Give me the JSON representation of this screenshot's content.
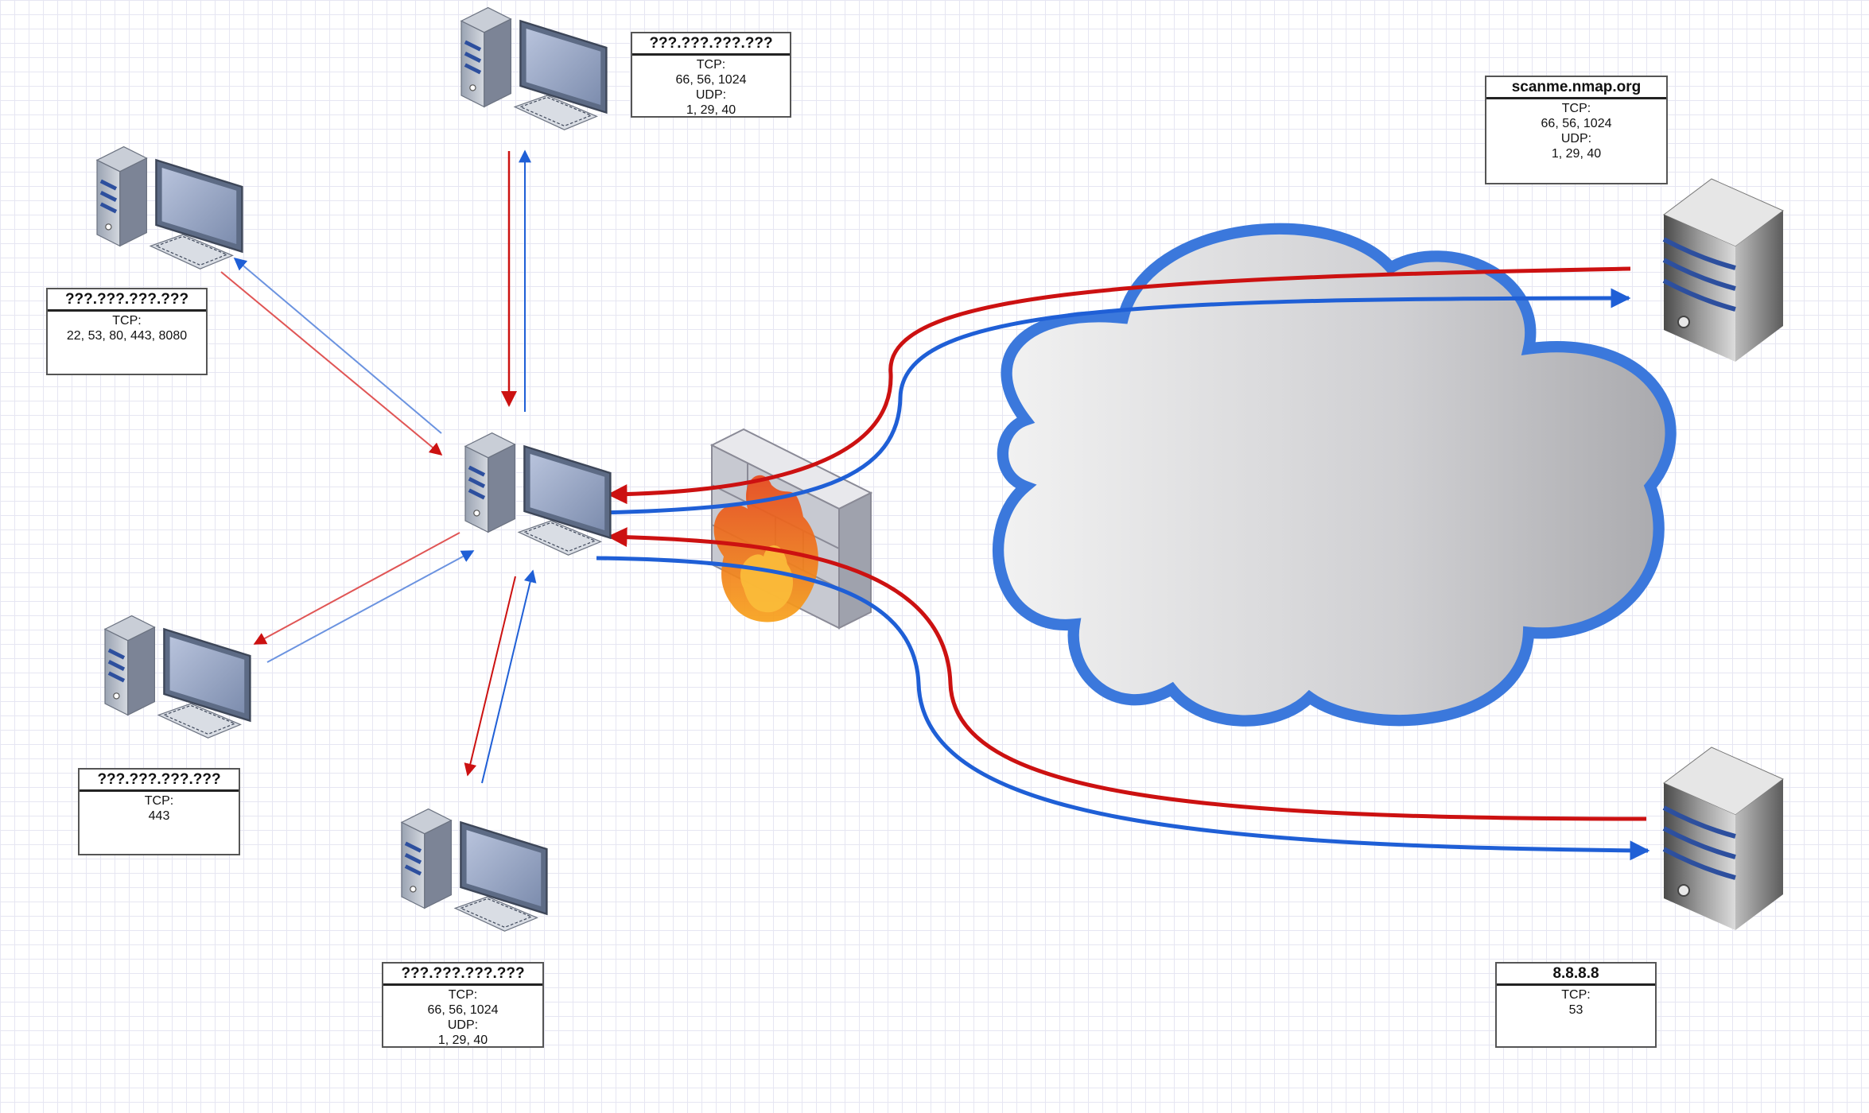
{
  "diagram": {
    "colors": {
      "request_arrow": "#cc1111",
      "response_arrow": "#1f5fd6",
      "cloud_outline": "#3b78dc",
      "grid": "#e6e6f2"
    },
    "hosts": [
      {
        "id": "host-top",
        "icon": "desktop-computer-icon",
        "title": "???.???.???.???",
        "lines": [
          "TCP:",
          "66, 56, 1024",
          "UDP:",
          "1, 29, 40"
        ]
      },
      {
        "id": "host-upper-left",
        "icon": "desktop-computer-icon",
        "title": "???.???.???.???",
        "lines": [
          "TCP:",
          "22, 53, 80, 443, 8080"
        ]
      },
      {
        "id": "host-lower-left",
        "icon": "desktop-computer-icon",
        "title": "???.???.???.???",
        "lines": [
          "TCP:",
          "443"
        ]
      },
      {
        "id": "host-bottom",
        "icon": "desktop-computer-icon",
        "title": "???.???.???.???",
        "lines": [
          "TCP:",
          "66, 56, 1024",
          "UDP:",
          "1, 29, 40"
        ]
      }
    ],
    "servers": [
      {
        "id": "server-scanme",
        "icon": "tower-server-icon",
        "title": "scanme.nmap.org",
        "lines": [
          "TCP:",
          "66, 56, 1024",
          "UDP:",
          "1, 29, 40"
        ]
      },
      {
        "id": "server-dns",
        "icon": "tower-server-icon",
        "title": "8.8.8.8",
        "lines": [
          "TCP:",
          "53"
        ]
      }
    ],
    "center_host_icon": "desktop-computer-icon",
    "firewall_icon": "firewall-icon",
    "cloud_icon": "internet-cloud-icon"
  }
}
